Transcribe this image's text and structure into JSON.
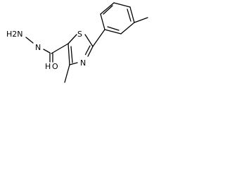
{
  "molecule": {
    "atoms": {
      "hydrazine_h2n": "H2N",
      "hydrazine_n": "N",
      "hydrazine_h": "H",
      "carbonyl_oxygen": "O",
      "ring_sulfur": "S",
      "ring_nitrogen": "N"
    }
  }
}
